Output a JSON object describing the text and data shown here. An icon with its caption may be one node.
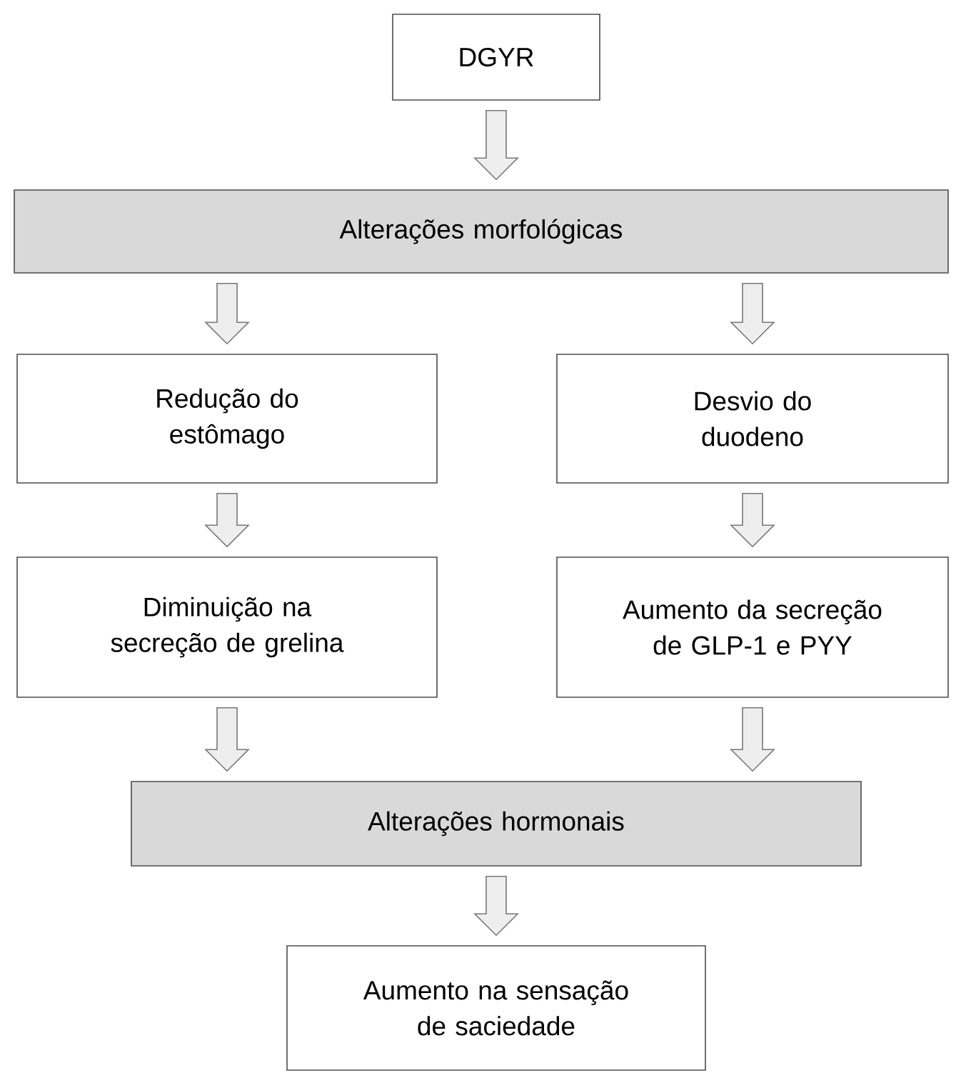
{
  "diagram": {
    "nodes": [
      {
        "text": [
          "DGYR"
        ]
      },
      {
        "text": [
          "Alterações morfológicas"
        ]
      },
      {
        "text": [
          "Redução do estômago"
        ]
      },
      {
        "text": [
          "Desvio do duodeno"
        ]
      },
      {
        "text": [
          "Diminuição na secreção de grelina"
        ]
      },
      {
        "text": [
          "Aumento da secreção de GLP-1 e PYY"
        ]
      },
      {
        "text": [
          "Alterações hormonais"
        ]
      },
      {
        "text": [
          "Aumento na sensação de saciedade"
        ]
      }
    ],
    "edges": [
      {
        "from": 0,
        "to": 1,
        "arrow": "to"
      },
      {
        "from": 1,
        "to": 2,
        "arrow": "to"
      },
      {
        "from": 1,
        "to": 3,
        "arrow": "to"
      },
      {
        "from": 2,
        "to": 4,
        "arrow": "to"
      },
      {
        "from": 3,
        "to": 5,
        "arrow": "to"
      },
      {
        "from": 4,
        "to": 6,
        "arrow": "to"
      },
      {
        "from": 5,
        "to": 6,
        "arrow": "to"
      },
      {
        "from": 6,
        "to": 7,
        "arrow": "to"
      }
    ]
  }
}
